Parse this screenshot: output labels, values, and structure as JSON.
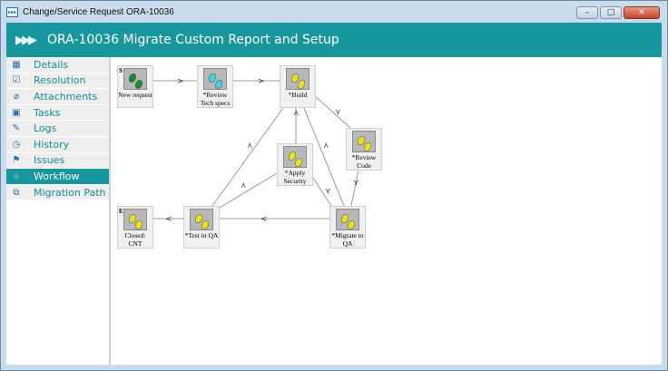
{
  "window": {
    "title": "Change/Service Request ORA-10036",
    "controls": [
      "minimize",
      "maximize",
      "close"
    ]
  },
  "header": {
    "title": "ORA-10036  Migrate Custom Report and Setup"
  },
  "sidebar": {
    "items": [
      {
        "label": "Details",
        "icon": "details-icon"
      },
      {
        "label": "Resolution",
        "icon": "resolution-icon"
      },
      {
        "label": "Attachments",
        "icon": "paperclip-icon"
      },
      {
        "label": "Tasks",
        "icon": "clipboard-icon"
      },
      {
        "label": "Logs",
        "icon": "log-icon"
      },
      {
        "label": "History",
        "icon": "clock-icon"
      },
      {
        "label": "Issues",
        "icon": "flag-icon"
      },
      {
        "label": "Workflow",
        "icon": "workflow-icon",
        "active": true
      },
      {
        "label": "Migration Path",
        "icon": "migration-icon"
      }
    ]
  },
  "workflow": {
    "nodes": [
      {
        "id": "new",
        "label": "New request",
        "marker": "S",
        "color": "#1f8a2a"
      },
      {
        "id": "rts",
        "label": "*Review Tech specs",
        "color": "#3fd0e0"
      },
      {
        "id": "build",
        "label": "*Build",
        "color": "#e8e020"
      },
      {
        "id": "rc",
        "label": "*Review Code",
        "color": "#e8e020"
      },
      {
        "id": "sec",
        "label": "*Apply Security",
        "color": "#e8e020"
      },
      {
        "id": "closed",
        "label": "Closed: CNT",
        "marker": "E",
        "color": "#e8e020"
      },
      {
        "id": "qa",
        "label": "*Test in QA",
        "color": "#e8e020"
      },
      {
        "id": "mig",
        "label": "*Migrate to QA",
        "color": "#e8e020"
      }
    ]
  }
}
